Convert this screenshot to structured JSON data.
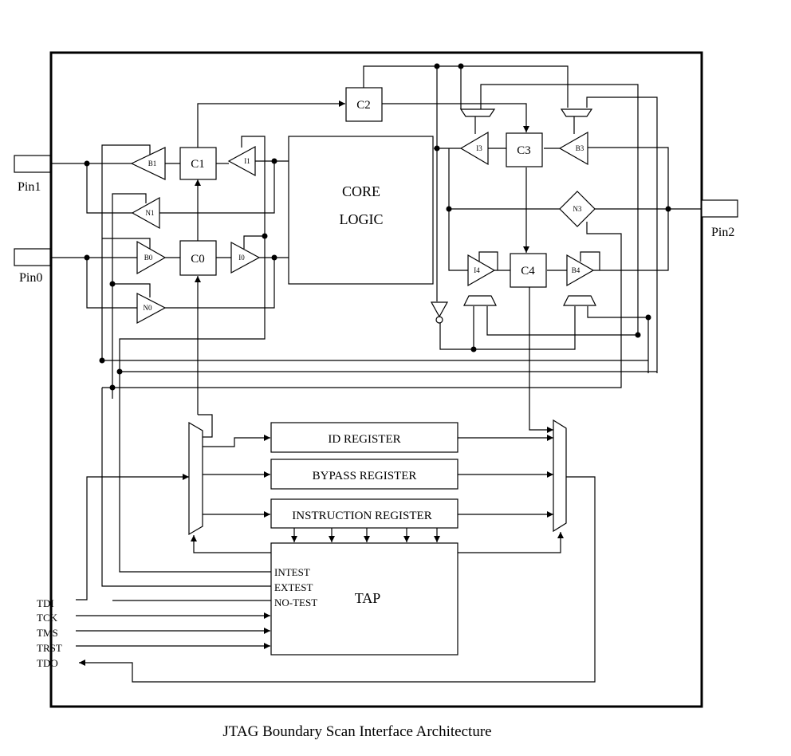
{
  "caption": "JTAG Boundary Scan Interface Architecture",
  "core_logic": {
    "line1": "CORE",
    "line2": "LOGIC"
  },
  "pins": {
    "pin0": "Pin0",
    "pin1": "Pin1",
    "pin2": "Pin2"
  },
  "cells": {
    "c0": "C0",
    "c1": "C1",
    "c2": "C2",
    "c3": "C3",
    "c4": "C4"
  },
  "buffers": {
    "b0": "B0",
    "b1": "B1",
    "b3": "B3",
    "b4": "B4",
    "n0": "N0",
    "n1": "N1",
    "n3": "N3",
    "i0": "I0",
    "i1": "I1",
    "i3": "I3",
    "i4": "I4"
  },
  "registers": {
    "id": "ID REGISTER",
    "bypass": "BYPASS REGISTER",
    "instruction": "INSTRUCTION REGISTER"
  },
  "tap": {
    "label": "TAP",
    "outputs": [
      "INTEST",
      "EXTEST",
      "NO-TEST"
    ]
  },
  "signals": [
    "TDI",
    "TCK",
    "TMS",
    "TRST",
    "TDO"
  ]
}
